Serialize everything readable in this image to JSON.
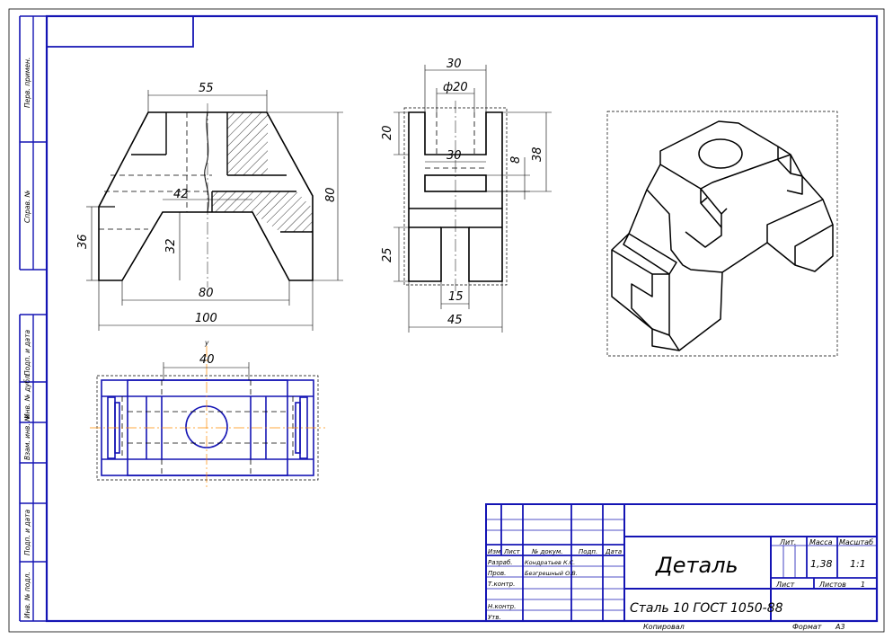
{
  "colors": {
    "frame": "#1414b4",
    "line": "#000000",
    "axis": "#ff8c00",
    "background": "#ffffff"
  },
  "left_strip": {
    "labels": [
      "Перв. примен.",
      "Справ. №",
      "Подп. и дата",
      "Инв. № дубл.",
      "Взам. инв. №",
      "Подп. и дата",
      "Инв. № подл."
    ]
  },
  "front_view": {
    "dims": {
      "top": "55",
      "inner_top": "42",
      "bottom_opening": "80",
      "overall_width": "100",
      "height": "80",
      "left_height": "36",
      "opening_height": "32"
    }
  },
  "side_view": {
    "dims": {
      "top_width": "30",
      "diameter": "ф20",
      "slot_width": "30",
      "slot_height": "8",
      "top_height": "20",
      "depth": "38",
      "bottom_height": "25",
      "bottom_slot": "15",
      "width": "45"
    }
  },
  "top_view": {
    "dims": {
      "inner": "40"
    },
    "axis_label": "y"
  },
  "title_block": {
    "column_headers": [
      "Изм",
      "Лист",
      "№ докум.",
      "Подп.",
      "Дата"
    ],
    "rows": [
      {
        "role": "Разраб.",
        "name": "Кондратьев К.С."
      },
      {
        "role": "Пров.",
        "name": "Безгрешный О.В."
      },
      {
        "role": "Т.контр.",
        "name": ""
      },
      {
        "role": "Н.контр.",
        "name": ""
      },
      {
        "role": "Утв.",
        "name": ""
      }
    ],
    "part_name": "Деталь",
    "material": "Сталь 10  ГОСТ 1050-88",
    "lit_label": "Лит.",
    "mass_label": "Масса",
    "scale_label": "Масштаб",
    "mass_value": "1,38",
    "scale_value": "1:1",
    "sheet_label": "Лист",
    "sheets_label": "Листов",
    "sheets_value": "1",
    "copied_label": "Копировал",
    "format_label": "Формат",
    "format_value": "А3"
  }
}
